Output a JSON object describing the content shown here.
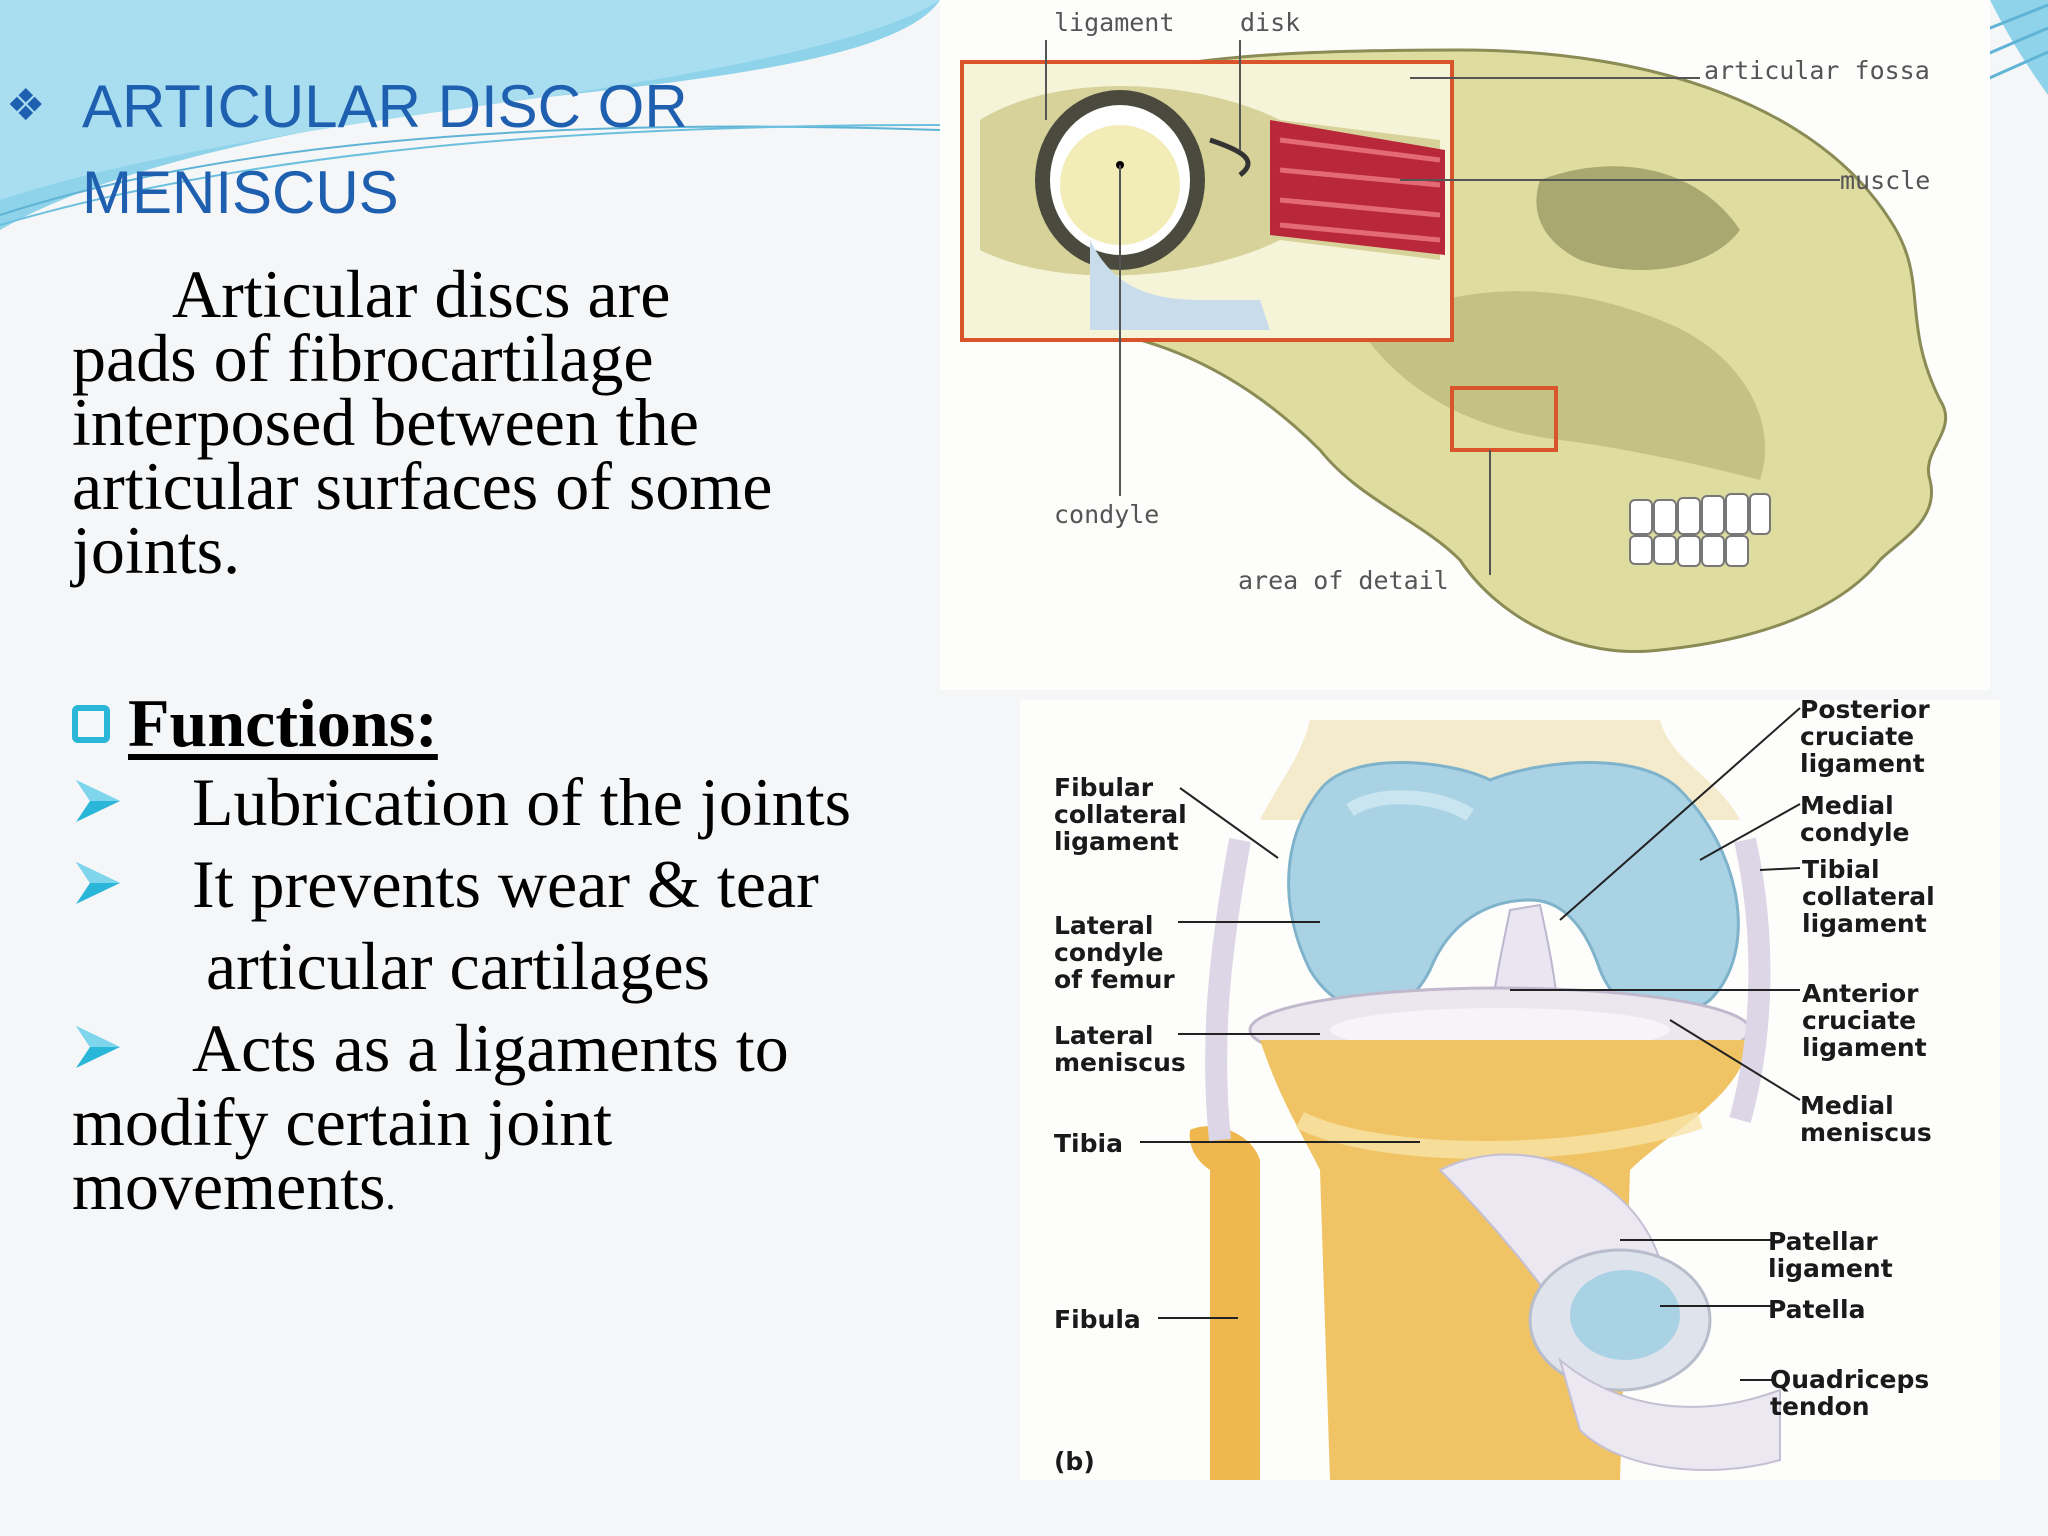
{
  "slide": {
    "title_line1": "ARTICULAR DISC OR",
    "title_line2": "MENISCUS",
    "body_lines": [
      "Articular discs are",
      "pads of fibrocartilage",
      "interposed between the",
      "articular surfaces of some",
      "joints."
    ],
    "functions_heading": "Functions:",
    "functions": [
      "Lubrication of the joints",
      "It prevents wear & tear",
      "articular cartilages",
      "Acts as a ligaments to",
      "modify certain joint",
      "movements"
    ],
    "final_period": "."
  },
  "skull_figure": {
    "labels": {
      "ligament": "ligament",
      "disk": "disk",
      "articular_fossa": "articular fossa",
      "muscle": "muscle",
      "condyle": "condyle",
      "area_of_detail": "area of detail"
    }
  },
  "knee_figure": {
    "labels": {
      "fibular_collateral": "Fibular\ncollateral\nligament",
      "lateral_condyle": "Lateral\ncondyle\nof femur",
      "lateral_meniscus": "Lateral\nmeniscus",
      "tibia": "Tibia",
      "fibula": "Fibula",
      "posterior_cruciate": "Posterior\ncruciate\nligament",
      "medial_condyle": "Medial\ncondyle",
      "tibial_collateral": "Tibial\ncollateral\nligament",
      "anterior_cruciate": "Anterior\ncruciate\nligament",
      "medial_meniscus": "Medial\nmeniscus",
      "patellar_ligament": "Patellar\nligament",
      "patella": "Patella",
      "quadriceps": "Quadriceps\ntendon",
      "panel": "(b)"
    }
  },
  "colors": {
    "title": "#1f5fb0",
    "accent": "#29b6d8",
    "wave": "#7ecbe6"
  }
}
